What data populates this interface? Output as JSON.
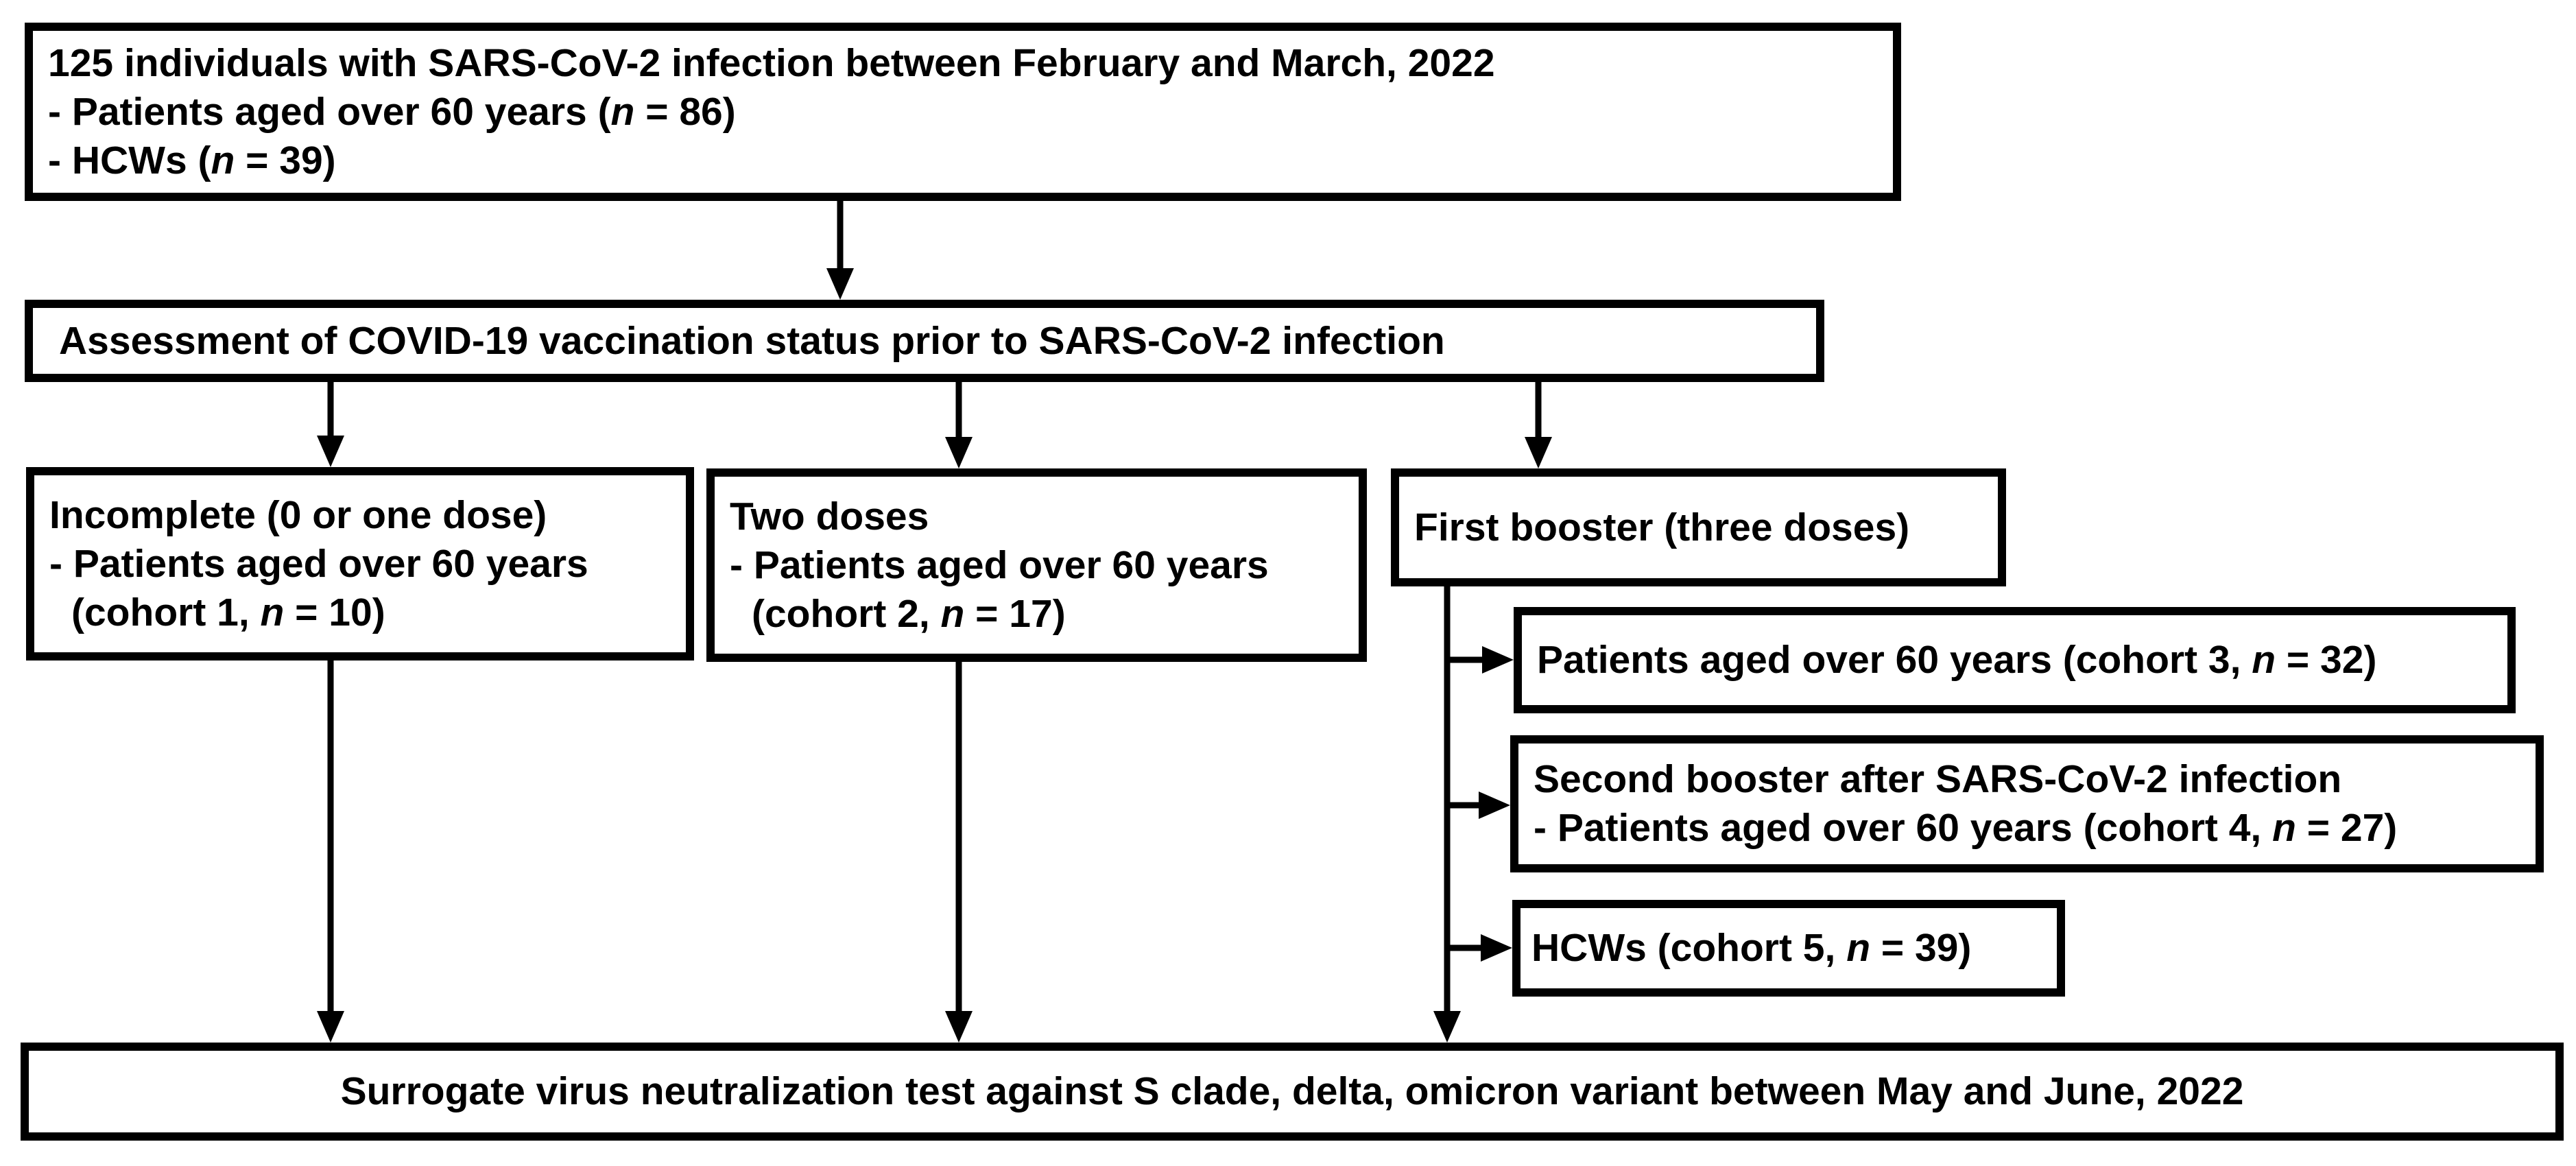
{
  "colors": {
    "background": "#ffffff",
    "border": "#000000",
    "text": "#000000",
    "connector": "#000000"
  },
  "boxes": {
    "enrollment": {
      "lines": [
        {
          "pre": "125 individuals with SARS-CoV-2 infection between February and March, 2022"
        },
        {
          "pre": "- Patients aged over 60 years (",
          "it": "n",
          "post": " = 86)"
        },
        {
          "pre": "- HCWs (",
          "it": "n",
          "post": " = 39)"
        }
      ]
    },
    "assessment": {
      "text": "Assessment of COVID-19 vaccination status prior to SARS-CoV-2 infection"
    },
    "incomplete": {
      "lines": [
        {
          "pre": "Incomplete (0 or one dose)"
        },
        {
          "pre": "- Patients aged over 60 years"
        },
        {
          "pre": "(cohort 1, ",
          "it": "n",
          "post": " = 10)"
        }
      ]
    },
    "two_doses": {
      "lines": [
        {
          "pre": "Two doses"
        },
        {
          "pre": "- Patients aged over 60 years"
        },
        {
          "pre": "(cohort 2, ",
          "it": "n",
          "post": " = 17)"
        }
      ]
    },
    "first_booster": {
      "text": "First booster (three doses)"
    },
    "cohort3": {
      "pre": "Patients aged over 60 years (cohort 3, ",
      "it": "n",
      "post": " = 32)"
    },
    "cohort4": {
      "lines": [
        {
          "pre": "Second booster after SARS-CoV-2 infection"
        },
        {
          "pre": "- Patients aged over 60 years (cohort 4, ",
          "it": "n",
          "post": " = 27)"
        }
      ]
    },
    "cohort5": {
      "pre": "HCWs (cohort 5, ",
      "it": "n",
      "post": " = 39)"
    },
    "svnt": {
      "text": "Surrogate virus neutralization test against S clade, delta, omicron variant between May and June, 2022"
    }
  }
}
